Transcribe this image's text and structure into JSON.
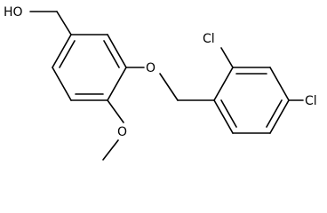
{
  "molecule": {
    "atom_labels": {
      "hydroxyl": "HO",
      "ether_oxygen": "O",
      "methoxy_oxygen": "O",
      "chlorine_ortho": "Cl",
      "chlorine_para": "Cl"
    }
  },
  "colors": {
    "background": "#ffffff",
    "bond": "#000000",
    "text": "#000000"
  }
}
